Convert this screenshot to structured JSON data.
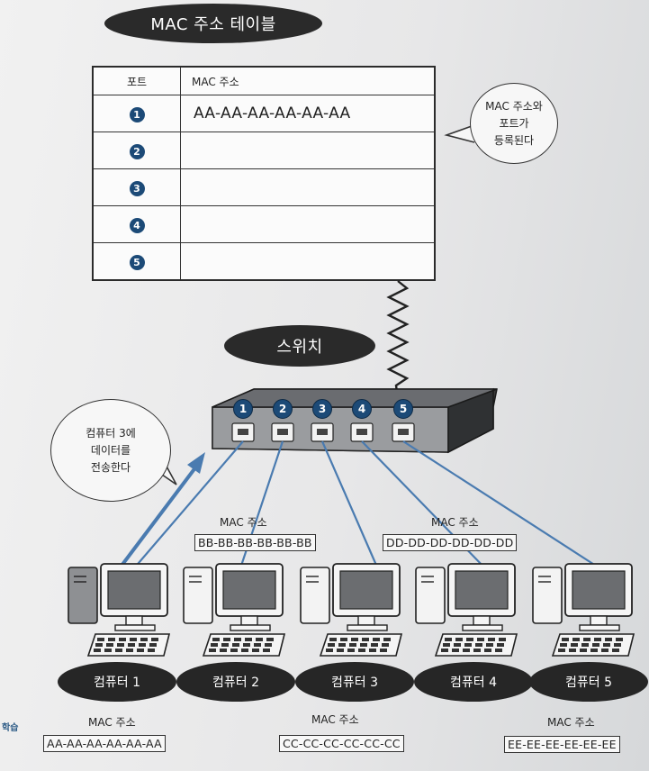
{
  "title": "MAC 주소 테이블",
  "table": {
    "header_port": "포트",
    "header_mac": "MAC 주소",
    "rows": [
      {
        "port": "1",
        "mac": "AA-AA-AA-AA-AA-AA"
      },
      {
        "port": "2",
        "mac": ""
      },
      {
        "port": "3",
        "mac": ""
      },
      {
        "port": "4",
        "mac": ""
      },
      {
        "port": "5",
        "mac": ""
      }
    ]
  },
  "bubble_register": {
    "line1": "MAC 주소와",
    "line2": "포트가",
    "line3": "등록된다"
  },
  "switch_label": "스위치",
  "switch_ports": [
    "1",
    "2",
    "3",
    "4",
    "5"
  ],
  "bubble_send": {
    "line1": "컴퓨터 3에",
    "line2": "데이터를",
    "line3": "전송한다"
  },
  "computers": [
    {
      "name": "컴퓨터 1",
      "mac_label": "MAC 주소",
      "mac": "AA-AA-AA-AA-AA-AA"
    },
    {
      "name": "컴퓨터 2",
      "mac_label": "MAC 주소",
      "mac": "BB-BB-BB-BB-BB-BB"
    },
    {
      "name": "컴퓨터 3",
      "mac_label": "MAC 주소",
      "mac": "CC-CC-CC-CC-CC-CC"
    },
    {
      "name": "컴퓨터 4",
      "mac_label": "MAC 주소",
      "mac": "DD-DD-DD-DD-DD-DD"
    },
    {
      "name": "컴퓨터 5",
      "mac_label": "MAC 주소",
      "mac": "EE-EE-EE-EE-EE-EE"
    }
  ],
  "side_text": "학습",
  "colors": {
    "port_badge": "#1c4a77",
    "cable": "#4a7bb0",
    "pill": "#2a2a2a"
  }
}
